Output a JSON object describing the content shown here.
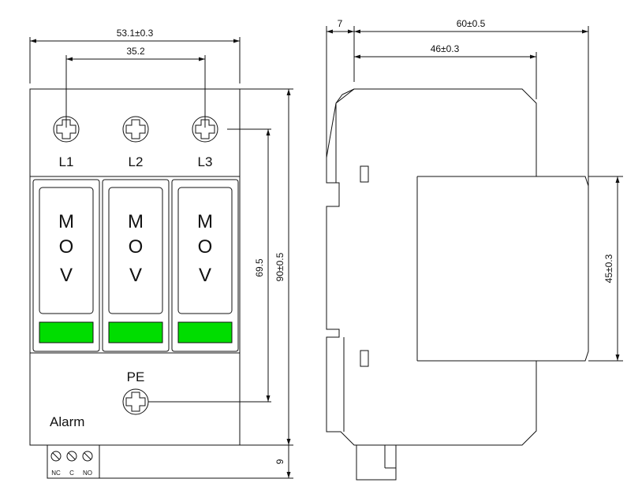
{
  "front_view": {
    "dim_overall_width": "53.1±0.3",
    "dim_pole_spacing": "35.2",
    "dim_height": "90±0.5",
    "dim_terminal_span": "69.5",
    "dim_alarm_terminal": "9",
    "terminal_labels": [
      "L1",
      "L2",
      "L3"
    ],
    "module_text": [
      "M",
      "O",
      "V"
    ],
    "pe_label": "PE",
    "alarm_label": "Alarm",
    "alarm_contacts": [
      "NC",
      "C",
      "NO"
    ],
    "indicator_color": "#00dd00"
  },
  "side_view": {
    "dim_offset": "7",
    "dim_depth": "60±0.5",
    "dim_inner_depth": "46±0.3",
    "dim_front_height": "45±0.3"
  }
}
